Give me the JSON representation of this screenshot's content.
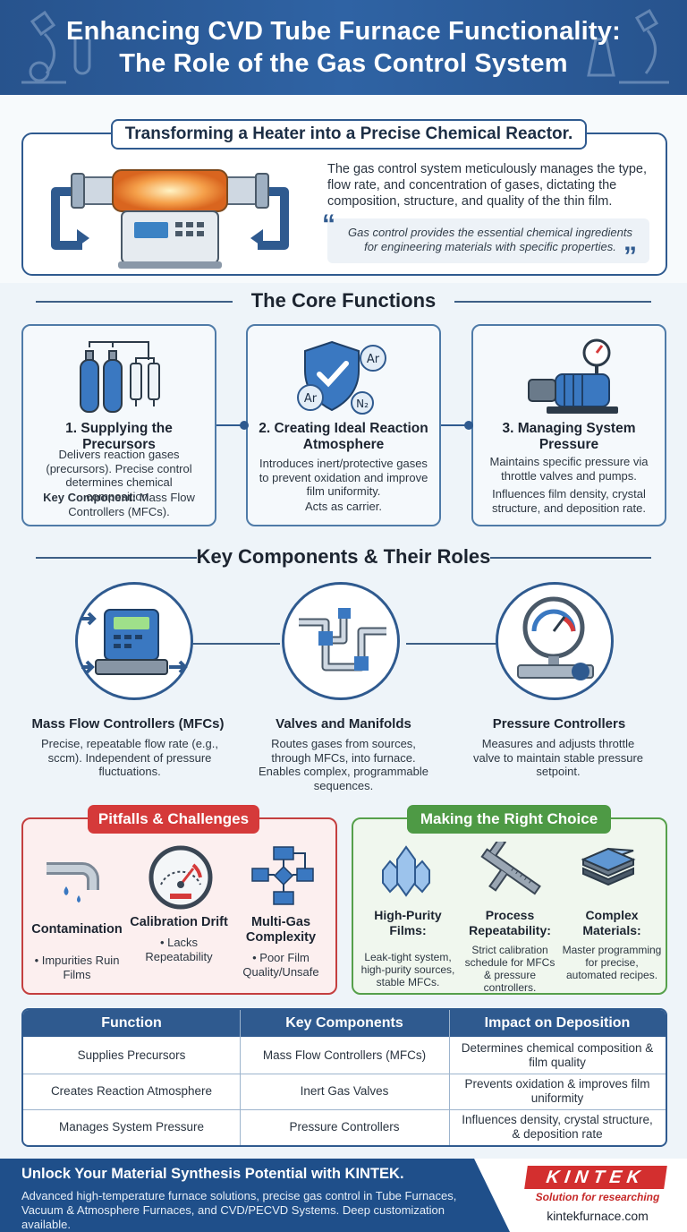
{
  "header": {
    "title_line1": "Enhancing CVD Tube Furnace Functionality:",
    "title_line2": "The Role of the Gas Control System"
  },
  "intro": {
    "title": "Transforming a Heater into a Precise Chemical Reactor.",
    "text": "The gas control system meticulously manages the type, flow rate, and concentration of gases, dictating the composition, structure, and quality of the thin film.",
    "quote": "Gas control provides the essential chemical ingredients for engineering materials with specific properties."
  },
  "core": {
    "heading": "The Core Functions",
    "cards": [
      {
        "title": "1. Supplying the Precursors",
        "desc": "Delivers reaction gases (precursors). Precise control determines chemical composition.",
        "key_label": "Key Component:",
        "key_value": " Mass Flow Controllers (MFCs)."
      },
      {
        "title": "2. Creating Ideal Reaction Atmosphere",
        "desc": "Introduces inert/protective gases to prevent oxidation and improve film uniformity.",
        "desc2": "Acts as carrier."
      },
      {
        "title": "3. Managing System Pressure",
        "desc": "Maintains specific pressure via throttle valves and pumps.",
        "desc2": "Influences film density, crystal structure, and deposition rate."
      }
    ]
  },
  "components": {
    "heading": "Key Components & Their Roles",
    "items": [
      {
        "title": "Mass Flow Controllers (MFCs)",
        "desc": "Precise, repeatable flow rate (e.g., sccm). Independent of pressure fluctuations."
      },
      {
        "title": "Valves and Manifolds",
        "desc": "Routes gases from sources, through MFCs, into furnace. Enables complex, programmable sequences."
      },
      {
        "title": "Pressure Controllers",
        "desc": "Measures and adjusts throttle valve to maintain stable pressure setpoint."
      }
    ]
  },
  "pitfalls": {
    "title": "Pitfalls & Challenges",
    "items": [
      {
        "head": "Contamination",
        "bullet": "• Impurities Ruin Films"
      },
      {
        "head": "Calibration Drift",
        "bullet": "• Lacks Repeatability"
      },
      {
        "head": "Multi-Gas Complexity",
        "bullet": "• Poor Film Quality/Unsafe"
      }
    ]
  },
  "choice": {
    "title": "Making the Right Choice",
    "items": [
      {
        "head": "High-Purity Films:",
        "text": "Leak-tight system, high-purity sources, stable MFCs."
      },
      {
        "head": "Process Repeatability:",
        "text": "Strict calibration schedule for MFCs & pressure controllers."
      },
      {
        "head": "Complex Materials:",
        "text": "Master programming for precise, automated recipes."
      }
    ]
  },
  "table": {
    "headers": [
      "Function",
      "Key Components",
      "Impact on Deposition"
    ],
    "rows": [
      [
        "Supplies Precursors",
        "Mass Flow Controllers (MFCs)",
        "Determines chemical composition & film quality"
      ],
      [
        "Creates Reaction Atmosphere",
        "Inert Gas Valves",
        "Prevents oxidation & improves film uniformity"
      ],
      [
        "Manages System Pressure",
        "Pressure Controllers",
        "Influences density, crystal structure, & deposition rate"
      ]
    ]
  },
  "footer": {
    "title": "Unlock Your Material Synthesis Potential with KINTEK.",
    "text": "Advanced high-temperature furnace solutions, precise gas control in Tube Furnaces, Vacuum & Atmosphere Furnaces, and CVD/PECVD Systems. Deep customization available.",
    "logo": "KINTEK",
    "tagline": "Solution for researching",
    "site": "kintekfurnace.com"
  },
  "icons": {
    "hero": "tube-furnace-icon",
    "card1": "gas-cylinders-icon",
    "card2": "shield-check-icon",
    "card3": "vacuum-pump-icon",
    "mfc": "mass-flow-controller-icon",
    "valves": "valve-manifold-icon",
    "pressure": "pressure-gauge-icon"
  },
  "colors": {
    "primary": "#2f5a8f",
    "pitfall": "#d53a3a",
    "choice": "#4e9a45",
    "logo": "#d32f2f"
  }
}
